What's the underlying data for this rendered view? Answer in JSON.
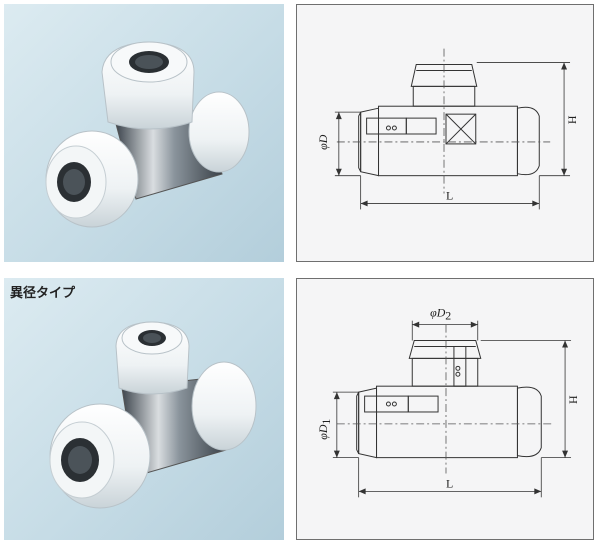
{
  "panels": {
    "standard_photo": {
      "icon": "tee-fitting-photo-icon"
    },
    "standard_drawing": {
      "dims": {
        "diameter": "φD",
        "height": "H",
        "length": "L"
      }
    },
    "reducing_photo": {
      "caption": "異径タイプ",
      "icon": "reducing-tee-fitting-photo-icon"
    },
    "reducing_drawing": {
      "dims": {
        "branch_diameter": "φD2",
        "main_diameter": "φD1",
        "height": "H",
        "length": "L"
      },
      "phi": "φ",
      "d_letter": "D",
      "sub_2": "2",
      "sub_1": "1"
    }
  },
  "colors": {
    "photo_bg": "#c6dce6",
    "fitting_white": "#f4f6f7",
    "metal": "#5c6670",
    "line": "#333333"
  }
}
